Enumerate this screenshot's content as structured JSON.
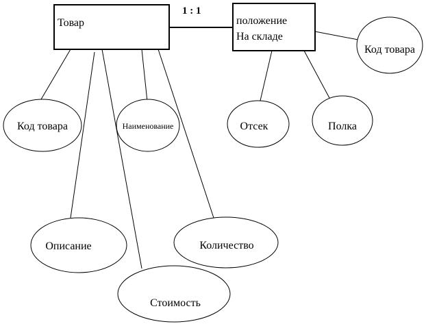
{
  "diagram": {
    "type": "er-diagram",
    "relationship_label": "1 : 1",
    "entities": [
      {
        "id": "tovar",
        "lines": [
          "Товар"
        ]
      },
      {
        "id": "polozhenie",
        "lines": [
          "положение",
          "На складе"
        ]
      }
    ],
    "attributes": [
      {
        "id": "tovar-kod",
        "entity": "tovar",
        "label": "Код товара"
      },
      {
        "id": "tovar-naimenovanie",
        "entity": "tovar",
        "label": "Наименование"
      },
      {
        "id": "tovar-opisanie",
        "entity": "tovar",
        "label": "Описание"
      },
      {
        "id": "tovar-stoimost",
        "entity": "tovar",
        "label": "Стоимость"
      },
      {
        "id": "tovar-kolichestvo",
        "entity": "tovar",
        "label": "Количество"
      },
      {
        "id": "polozhenie-kod",
        "entity": "polozhenie",
        "label": "Код товара"
      },
      {
        "id": "polozhenie-otsek",
        "entity": "polozhenie",
        "label": "Отсек"
      },
      {
        "id": "polozhenie-polka",
        "entity": "polozhenie",
        "label": "Полка"
      }
    ]
  }
}
